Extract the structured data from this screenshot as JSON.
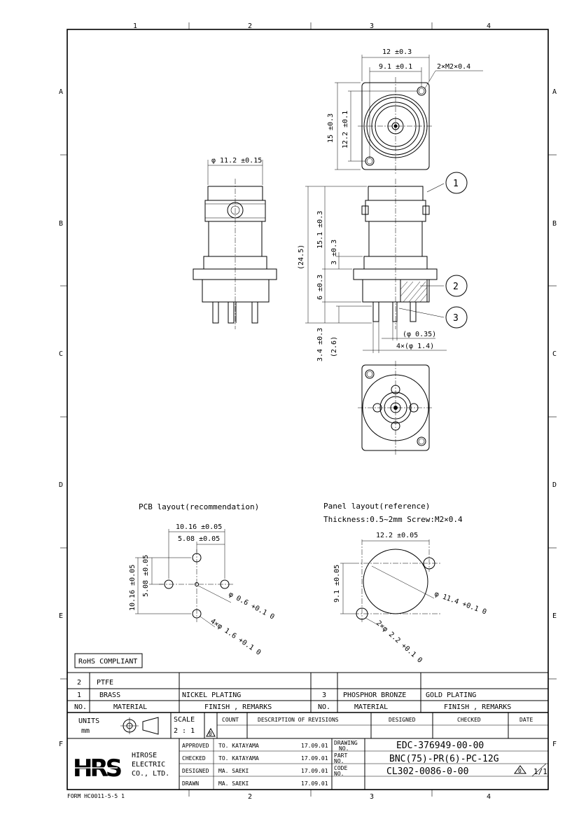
{
  "zones": {
    "columns": [
      "1",
      "2",
      "3",
      "4"
    ],
    "rows": [
      "A",
      "B",
      "C",
      "D",
      "E",
      "F"
    ]
  },
  "top_view": {
    "dim_width": "12 ±0.3",
    "dim_hole_spacing_x": "9.1 ±0.1",
    "screw_callout": "2×M2×0.4",
    "dim_height": "15 ±0.3",
    "dim_hole_spacing_y": "12.2 ±0.1"
  },
  "side_view": {
    "dim_diameter": "φ 11.2 ±0.15"
  },
  "front_view": {
    "dim_overall": "(24.5)",
    "dim_body": "15.1 ±0.3",
    "dim_flange_gap": "3 ±0.3",
    "dim_base": "6 ±0.3",
    "dim_pins": "3.4 ±0.3",
    "dim_pin_ref": "(2.6)",
    "dim_center_pin": "(φ 0.35)",
    "dim_ground_pins": "4×(φ 1.4)",
    "balloons": [
      "1",
      "2",
      "3"
    ]
  },
  "pcb_layout": {
    "title": "PCB layout(recommendation)",
    "dim_outer_x": "10.16 ±0.05",
    "dim_inner_x": "5.08 ±0.05",
    "dim_outer_y": "10.16 ±0.05",
    "dim_inner_y": "5.08 ±0.05",
    "center_hole": "φ 0.6 +0.1 0",
    "ground_holes": "4×φ 1.6 +0.1 0"
  },
  "panel_layout": {
    "title": "Panel layout(reference)",
    "thickness": "Thickness:0.5~2mm  Screw:M2×0.4",
    "dim_hole_x": "12.2 ±0.05",
    "dim_hole_y": "9.1 ±0.05",
    "dim_cutout": "φ 11.4 +0.1 0",
    "mount_holes": "2×φ 2.2 +0.1 0"
  },
  "rohs": "RoHS COMPLIANT",
  "materials": {
    "rows": [
      {
        "no": "2",
        "material": "PTFE",
        "finish": "",
        "no2": "",
        "material2": "",
        "finish2": ""
      },
      {
        "no": "1",
        "material": "BRASS",
        "finish": "NICKEL PLATING",
        "no2": "3",
        "material2": "PHOSPHOR BRONZE",
        "finish2": "GOLD PLATING"
      }
    ],
    "header": {
      "no": "NO.",
      "material": "MATERIAL",
      "finish": "FINISH , REMARKS",
      "no2": "NO.",
      "material2": "MATERIAL",
      "finish2": "FINISH , REMARKS"
    }
  },
  "revision": {
    "units_label": "UNITS",
    "units_value": "mm",
    "scale_label": "SCALE",
    "scale_value": "2 : 1",
    "rev_marker": "0",
    "count": "COUNT",
    "description": "DESCRIPTION OF REVISIONS",
    "designed": "DESIGNED",
    "checked": "CHECKED",
    "date": "DATE"
  },
  "title_block": {
    "company": [
      "HIROSE",
      "ELECTRIC",
      "CO., LTD."
    ],
    "logo": "HRS",
    "approved": {
      "label": "APPROVED",
      "name": "TO. KATAYAMA",
      "date": "17.09.01"
    },
    "checked": {
      "label": "CHECKED",
      "name": "TO. KATAYAMA",
      "date": "17.09.01"
    },
    "designed": {
      "label": "DESIGNED",
      "name": "MA. SAEKI",
      "date": "17.09.01"
    },
    "drawn": {
      "label": "DRAWN",
      "name": "MA. SAEKI",
      "date": "17.09.01"
    },
    "drawing_no_label": [
      "DRAWING",
      "NO."
    ],
    "drawing_no": "EDC-376949-00-00",
    "part_no_label": [
      "PART",
      "NO."
    ],
    "part_no": "BNC(75)-PR(6)-PC-12G",
    "code_no_label": [
      "CODE",
      "NO."
    ],
    "code_no": "CL302-0086-0-00",
    "rev": "0",
    "sheet": "1/1"
  },
  "form": "FORM HC0011-5-5 1"
}
